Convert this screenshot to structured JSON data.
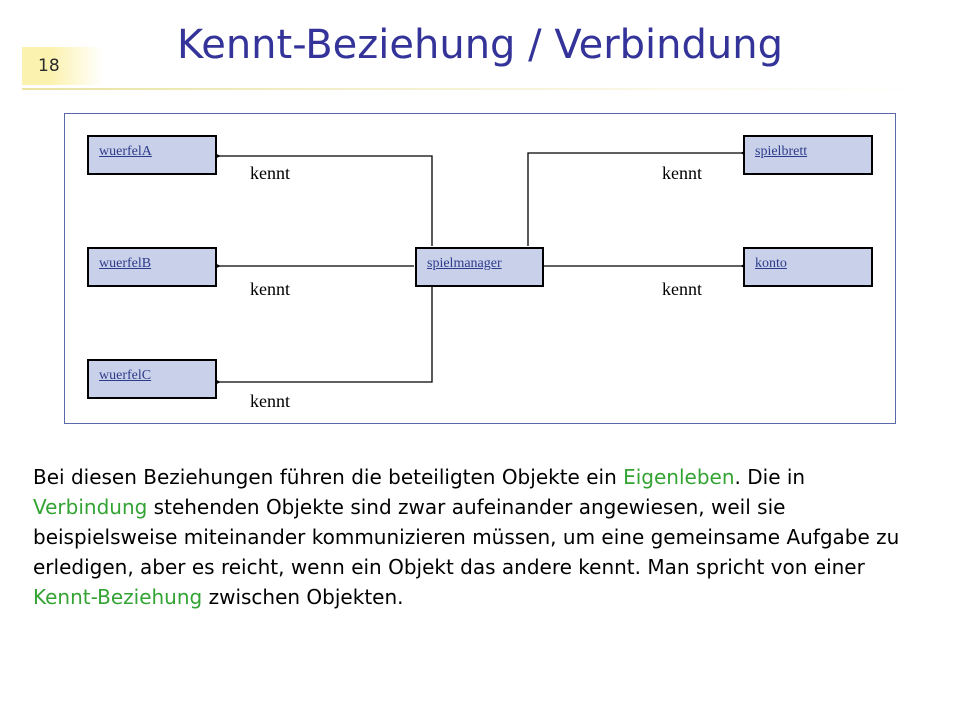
{
  "slide": {
    "page_number": "18",
    "title": "Kennt-Beziehung / Verbindung"
  },
  "diagram": {
    "objects": {
      "wuerfelA": "wuerfelA",
      "wuerfelB": "wuerfelB",
      "wuerfelC": "wuerfelC",
      "spielmanager": "spielmanager",
      "spielbrett": "spielbrett",
      "konto": "konto"
    },
    "edge_label": "kennt"
  },
  "text": {
    "p1": "Bei diesen Beziehungen führen die beteiligten Objekte ein ",
    "hl1": "Eigenleben",
    "p2": ". Die in ",
    "hl2": "Verbindung",
    "p3": " stehenden Objekte sind zwar aufeinander angewiesen, weil sie beispielsweise miteinander kommunizieren müssen, um eine gemeinsame Aufgabe zu erledigen, aber es reicht, wenn ein Objekt das andere kennt. Man spricht von einer ",
    "hl3": "Kennt-Beziehung",
    "p4": " zwischen Objekten."
  },
  "colors": {
    "title": "#333399",
    "highlight": "#33a333",
    "object_fill": "#c9d1ea",
    "frame": "#5a6aa8"
  }
}
